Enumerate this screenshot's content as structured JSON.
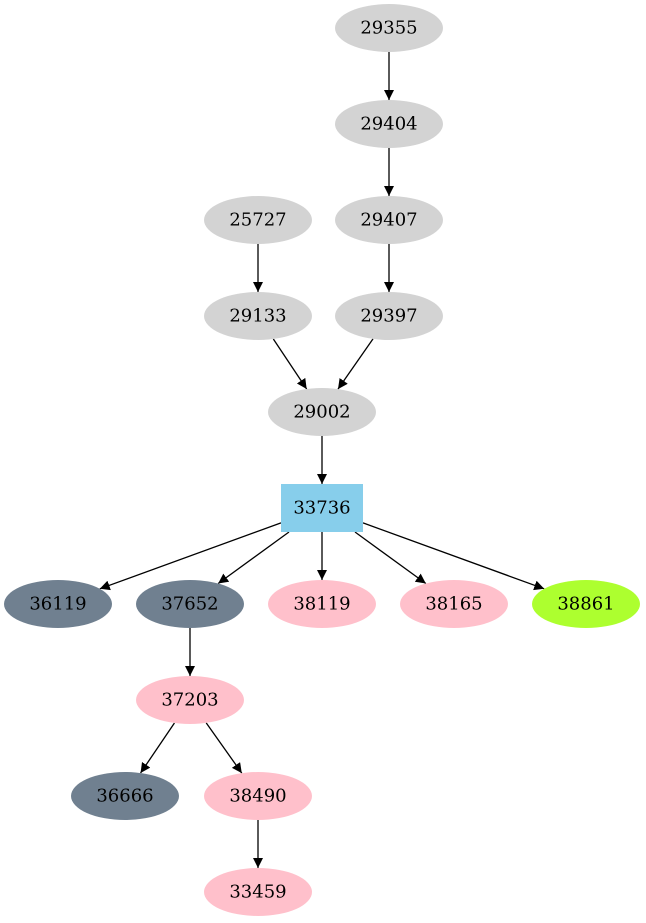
{
  "colors": {
    "gray": "#d3d3d3",
    "focus": "#87ceeb",
    "slate": "#708090",
    "pink": "#ffc0cb",
    "green": "#adff2f",
    "edge": "#000000"
  },
  "nodes": [
    {
      "id": "29355",
      "label": "29355",
      "shape": "ellipse",
      "color": "gray"
    },
    {
      "id": "29404",
      "label": "29404",
      "shape": "ellipse",
      "color": "gray"
    },
    {
      "id": "25727",
      "label": "25727",
      "shape": "ellipse",
      "color": "gray"
    },
    {
      "id": "29407",
      "label": "29407",
      "shape": "ellipse",
      "color": "gray"
    },
    {
      "id": "29133",
      "label": "29133",
      "shape": "ellipse",
      "color": "gray"
    },
    {
      "id": "29397",
      "label": "29397",
      "shape": "ellipse",
      "color": "gray"
    },
    {
      "id": "29002",
      "label": "29002",
      "shape": "ellipse",
      "color": "gray"
    },
    {
      "id": "33736",
      "label": "33736",
      "shape": "box",
      "color": "focus"
    },
    {
      "id": "36119",
      "label": "36119",
      "shape": "ellipse",
      "color": "slate"
    },
    {
      "id": "37652",
      "label": "37652",
      "shape": "ellipse",
      "color": "slate"
    },
    {
      "id": "38119",
      "label": "38119",
      "shape": "ellipse",
      "color": "pink"
    },
    {
      "id": "38165",
      "label": "38165",
      "shape": "ellipse",
      "color": "pink"
    },
    {
      "id": "38861",
      "label": "38861",
      "shape": "ellipse",
      "color": "green"
    },
    {
      "id": "37203",
      "label": "37203",
      "shape": "ellipse",
      "color": "pink"
    },
    {
      "id": "36666",
      "label": "36666",
      "shape": "ellipse",
      "color": "slate"
    },
    {
      "id": "38490",
      "label": "38490",
      "shape": "ellipse",
      "color": "pink"
    },
    {
      "id": "33459",
      "label": "33459",
      "shape": "ellipse",
      "color": "pink"
    }
  ],
  "edges": [
    {
      "from": "29355",
      "to": "29404"
    },
    {
      "from": "29404",
      "to": "29407"
    },
    {
      "from": "29407",
      "to": "29397"
    },
    {
      "from": "25727",
      "to": "29133"
    },
    {
      "from": "29133",
      "to": "29002"
    },
    {
      "from": "29397",
      "to": "29002"
    },
    {
      "from": "29002",
      "to": "33736"
    },
    {
      "from": "33736",
      "to": "36119"
    },
    {
      "from": "33736",
      "to": "37652"
    },
    {
      "from": "33736",
      "to": "38119"
    },
    {
      "from": "33736",
      "to": "38165"
    },
    {
      "from": "33736",
      "to": "38861"
    },
    {
      "from": "37652",
      "to": "37203"
    },
    {
      "from": "37203",
      "to": "36666"
    },
    {
      "from": "37203",
      "to": "38490"
    },
    {
      "from": "38490",
      "to": "33459"
    }
  ]
}
